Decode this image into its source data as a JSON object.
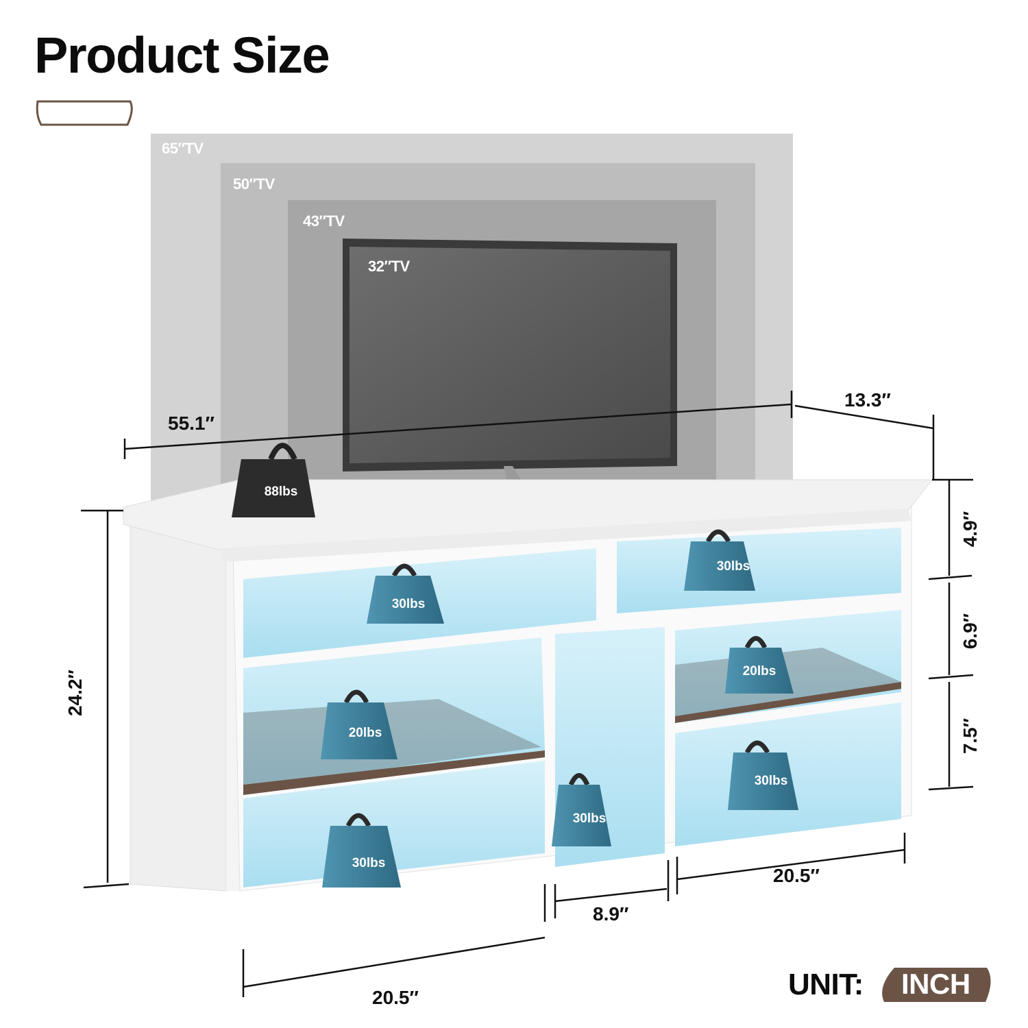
{
  "title": "Product Size",
  "tv_sizes": [
    {
      "label": "65″TV"
    },
    {
      "label": "50″TV"
    },
    {
      "label": "43″TV"
    },
    {
      "label": "32″TV"
    }
  ],
  "dimensions": {
    "width": "55.1″",
    "depth": "13.3″",
    "height": "24.2″",
    "top_section": "4.9″",
    "middle_section": "6.9″",
    "lower_section": "7.5″",
    "left_bay": "20.5″",
    "center_bay": "8.9″",
    "right_bay": "20.5″"
  },
  "weights": {
    "top": "88lbs",
    "upper_left": "30lbs",
    "upper_right": "30lbs",
    "mid_left": "20lbs",
    "mid_right": "20lbs",
    "bottom_left": "30lbs",
    "center": "30lbs",
    "bottom_right": "30lbs"
  },
  "unit": {
    "label": "UNIT:",
    "value": "INCH"
  },
  "colors": {
    "accent_brown": "#6b5446",
    "led_blue": "#bfe8f5",
    "weight_blue": "#3f7f9a",
    "weight_dark": "#2c2c2c"
  }
}
